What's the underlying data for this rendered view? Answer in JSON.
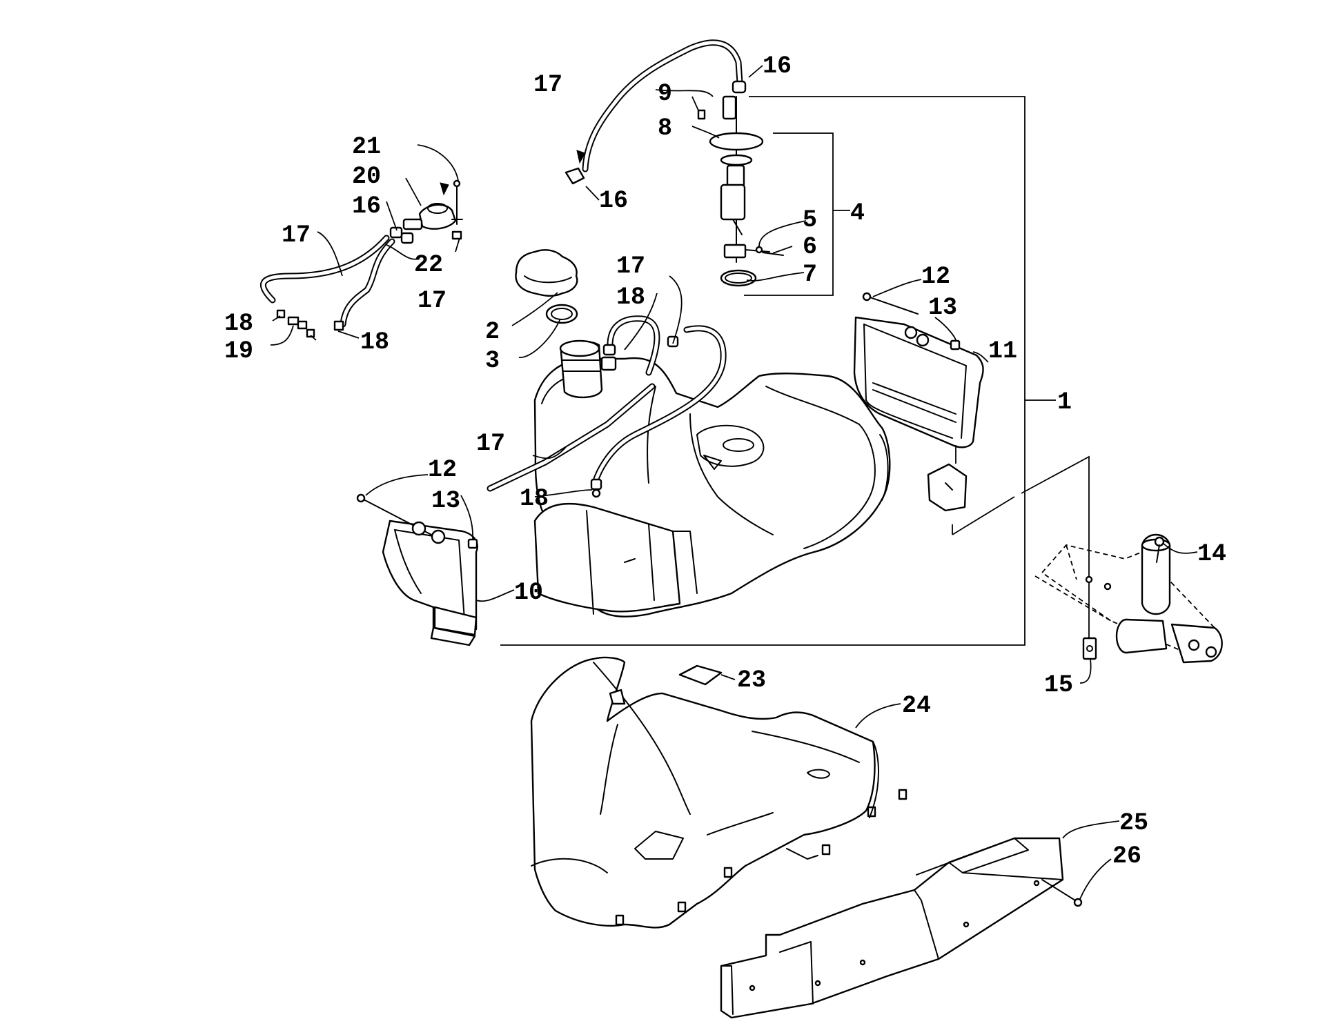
{
  "diagram": {
    "callouts": {
      "c1": "1",
      "c2": "2",
      "c3": "3",
      "c4": "4",
      "c5": "5",
      "c6": "6",
      "c7": "7",
      "c8": "8",
      "c9": "9",
      "c10": "10",
      "c11": "11",
      "c12a": "12",
      "c12b": "12",
      "c13a": "13",
      "c13b": "13",
      "c14": "14",
      "c15": "15",
      "c16a": "16",
      "c16b": "16",
      "c16c": "16",
      "c17a": "17",
      "c17b": "17",
      "c17c": "17",
      "c17d": "17",
      "c17e": "17",
      "c18a": "18",
      "c18b": "18",
      "c18c": "18",
      "c18d": "18",
      "c19": "19",
      "c20": "20",
      "c21": "21",
      "c22": "22",
      "c23": "23",
      "c24": "24",
      "c25": "25",
      "c26": "26"
    }
  },
  "colors": {
    "line": "#000000",
    "background": "#ffffff"
  }
}
